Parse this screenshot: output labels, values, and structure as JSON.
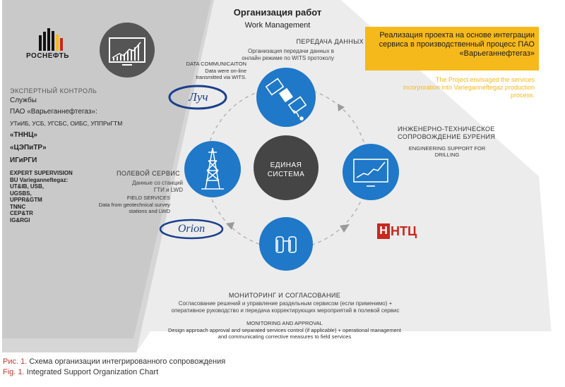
{
  "title": {
    "ru": "Организация работ",
    "en": "Work Management"
  },
  "left": {
    "logo_name": "РОСНЕФТЬ",
    "expert_head": "ЭКСПЕРТНЫЙ КОНТРОЛЬ",
    "services_label": "Службы",
    "company_label": "ПАО «Варьеганнефтегаз»:",
    "company_units": "УТиИБ, УСБ, УГСБС, ОИБС, УППРиГТМ",
    "tnnc": "«ТННЦ»",
    "cepitr": "«ЦЭПиТР»",
    "igirgi": "ИГиРГИ",
    "en_block": [
      "EXPERT SUPERVISION",
      "BU Varieganneftegaz:",
      "UT&IB, USB,",
      "UGSBS,",
      "UPPR&GTM",
      "TNNC",
      "CEP&TR",
      "IG&RGI"
    ]
  },
  "banner": {
    "ru": "Реализация проекта на основе интеграции сервиса в производственный процесс ПАО «Варьеганнефтегаз»",
    "en": "The Project envisaged the services incorporation into Varieganneftegaz production process."
  },
  "center": {
    "line1": "ЕДИНАЯ",
    "line2": "СИСТЕМА"
  },
  "nodes": {
    "data": {
      "head": "ПЕРЕДАЧА ДАННЫХ",
      "body": "Организация передачи данных в онлайн режиме по WITS протоколу",
      "en_head": "DATA COMMUNICAITON",
      "en_body": "Data were on-line transmitted via WITS."
    },
    "engineering": {
      "head": "ИНЖЕНЕРНО-ТЕХНИЧЕСКОЕ СОПРОВОЖДЕНИЕ БУРЕНИЯ",
      "en": "ENGINEERING SUPPORT FOR DRILLING"
    },
    "field": {
      "head": "ПОЛЕВОЙ СЕРВИС",
      "body": "Данные со станций ГТИ и LWD",
      "en_head": "FIELD SERVICES",
      "en_body": "Data from geotechnical survey stations and LWD"
    },
    "monitoring": {
      "head": "МОНИТОРИНГ И СОГЛАСОВАНИЕ",
      "body": "Согласование решений и управление раздельным сервисом (если применимо) + оперативное руководство и передача корректирующих мероприятий в полевой сервис",
      "en_head": "MONITORING AND APPROVAL",
      "en_body": "Design approach approval and separated services control (if applicable) + operational management and communicating corrective measures to field services"
    }
  },
  "logos": {
    "luch": "Луч",
    "orion": "Orion",
    "ntc_h": "Н",
    "ntc_rest": "НТЦ"
  },
  "caption": {
    "ru_num": "Рис. 1.",
    "ru_text": " Схема организации интегрированного сопровождения",
    "en_num": "Fig. 1.",
    "en_text": " Integrated Support Organization Chart"
  },
  "colors": {
    "blue": "#1f78c8",
    "center": "#454545",
    "yellow": "#f6b91b",
    "grey": "#c9c9c9",
    "red": "#c8281e"
  }
}
